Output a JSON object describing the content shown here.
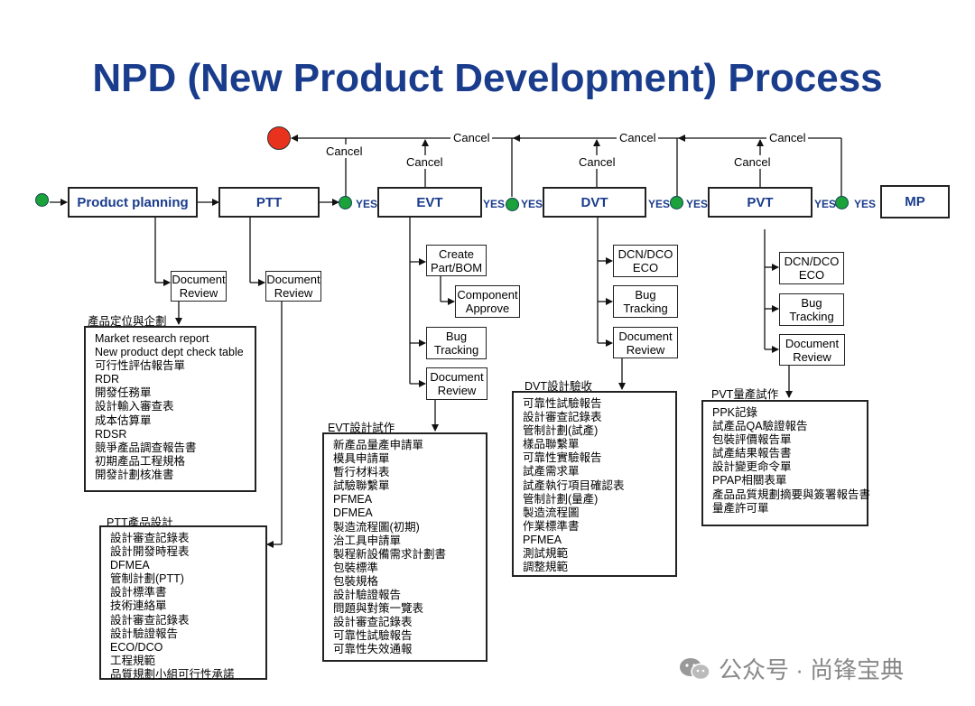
{
  "title": "NPD (New Product Development) Process",
  "stages": {
    "product_planning": "Product planning",
    "ptt": "PTT",
    "evt": "EVT",
    "dvt": "DVT",
    "pvt": "PVT",
    "mp": "MP"
  },
  "yes_label": "YES",
  "cancel_label": "Cancel",
  "boxes": {
    "pp_doc_review": "Document Review",
    "ptt_doc_review": "Document Review",
    "evt_create_part": "Create Part/BOM",
    "evt_component": "Component Approve",
    "evt_bug": "Bug Tracking",
    "evt_doc_review": "Document Review",
    "dvt_dcn": "DCN/DCO ECO",
    "dvt_bug": "Bug Tracking",
    "dvt_doc_review": "Document Review",
    "pvt_dcn": "DCN/DCO ECO",
    "pvt_bug": "Bug Tracking",
    "pvt_doc_review": "Document Review"
  },
  "list_titles": {
    "pp": "產品定位與企劃",
    "ptt": "PTT產品設計",
    "evt": "EVT設計試作",
    "dvt": "DVT設計驗收",
    "pvt": "PVT量產試作"
  },
  "lists": {
    "pp": [
      "Market research report",
      "New product dept check table",
      "可行性評估報告單",
      "RDR",
      "開發任務單",
      "設計輸入審查表",
      "成本估算單",
      "RDSR",
      "競爭產品調查報告書",
      "初期產品工程規格",
      "開發計劃核准書"
    ],
    "ptt": [
      "設計審查記錄表",
      "設計開發時程表",
      "DFMEA",
      "管制計劃(PTT)",
      "設計標準書",
      "技術連絡單",
      "設計審查記錄表",
      "設計驗證報告",
      "ECO/DCO",
      "工程規範",
      "品質規劃小組可行性承諾"
    ],
    "evt": [
      "新產品量產申請單",
      "模具申請單",
      "暫行材料表",
      "試驗聯繫單",
      "PFMEA",
      "DFMEA",
      "製造流程圖(初期)",
      "治工具申請單",
      "製程新設備需求計劃書",
      "包裝標準",
      "包裝規格",
      "設計驗證報告",
      "問題與對策一覽表",
      "設計審查記錄表",
      "可靠性試驗報告",
      "可靠性失效通報"
    ],
    "dvt": [
      "可靠性試驗報告",
      "設計審查記錄表",
      "管制計劃(試產)",
      "樣品聯繫單",
      "可靠性實驗報告",
      "試產需求單",
      "試產執行項目確認表",
      "管制計劃(量產)",
      "製造流程圖",
      "作業標準書",
      "PFMEA",
      "測試規範",
      "調整規範"
    ],
    "pvt": [
      "PPK記錄",
      "試產品QA驗證報告",
      "包裝評價報告單",
      "試產結果報告書",
      "設計變更命令單",
      "PPAP相關表單",
      "產品品質規劃摘要與簽署報告書",
      "量產許可單"
    ]
  },
  "watermark": "公众号 · 尚锋宝典"
}
